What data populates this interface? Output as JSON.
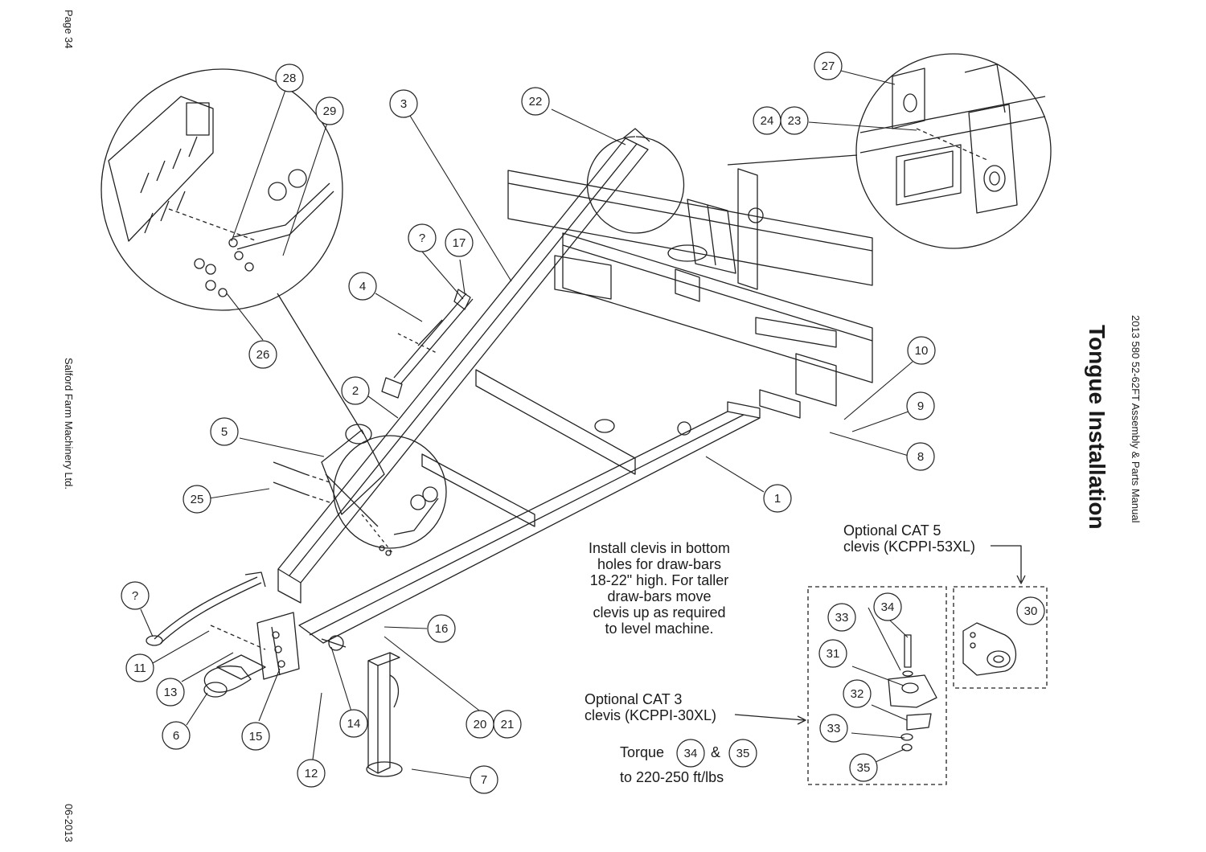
{
  "page": {
    "page_number": "Page 34",
    "company": "Salford Farm Machinery Ltd.",
    "date": "06-2013",
    "title": "Tongue Installation",
    "manual": "2013 580 52-62FT Assembly & Parts Manual"
  },
  "notes": {
    "clevis_install": [
      "Install clevis in bottom",
      "holes for draw-bars",
      "18-22\" high. For taller",
      "draw-bars move",
      "clevis up as required",
      "to level machine."
    ],
    "cat5": [
      "Optional CAT 5",
      "clevis (KCPPI-53XL)"
    ],
    "cat3": [
      "Optional CAT 3",
      "clevis (KCPPI-30XL)"
    ],
    "torque_prefix": "Torque",
    "torque_amp": "&",
    "torque_value": "to 220-250 ft/lbs"
  },
  "callouts": {
    "c1": "1",
    "c2": "2",
    "c3": "3",
    "c4": "4",
    "c5": "5",
    "c6": "6",
    "c7": "7",
    "c8": "8",
    "c9": "9",
    "c10": "10",
    "c11": "11",
    "c12": "12",
    "c13": "13",
    "c14": "14",
    "c15": "15",
    "c16": "16",
    "c17": "17",
    "c20": "20",
    "c21": "21",
    "c22": "22",
    "c23": "23",
    "c24": "24",
    "c25": "25",
    "c26": "26",
    "c27": "27",
    "c28": "28",
    "c29": "29",
    "c30": "30",
    "c31": "31",
    "c32": "32",
    "c33a": "33",
    "c33b": "33",
    "c34a": "34",
    "c34b": "34",
    "c35a": "35",
    "c35b": "35",
    "q1": "?",
    "q2": "?"
  }
}
